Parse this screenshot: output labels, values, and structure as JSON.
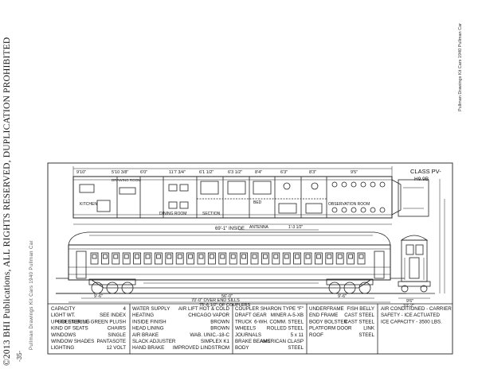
{
  "side": {
    "copyright": "©2013 BHI Publications, ALL RIGHTS RESERVED, DUPLICATION PROHIBITED",
    "page_number": "-35-",
    "top_caption": "Pullman Drawings Kit Cars 1940 Pullman Car"
  },
  "drawing": {
    "class_label": "CLASS PV-",
    "class_sub": "H9.9B",
    "plan_dims": [
      "9'10\"",
      "5'10 3/8\"",
      "6'0\"",
      "11'7 3/4\"",
      "6'1 1/2\"",
      "6'3 1/2\"",
      "8'4\"",
      "6'3\"",
      "8'3\"",
      "9'5\""
    ],
    "rooms": [
      "KITCHEN",
      "DINING ROOM",
      "SECTION",
      "BED",
      "OBSERVATION ROOM"
    ],
    "room_note": "DRAWING ROOM",
    "plan_length": "69'-1\" INSIDE",
    "antenna_label": "ANTENNA",
    "antenna_dim": "1'-3 1/2\"",
    "dim_truck_left": "9'-6\"",
    "dim_center": "56'-0\"",
    "dim_truck_right": "9'-6\"",
    "dim_over_sills": "70'-0\" OVER END SILLS",
    "dim_over_couplers": "75'-6 1/2\" OF COUPLERS",
    "end_dim_bottom": "9'6\"",
    "end_dim_width": "10'-2\""
  },
  "specs": {
    "col1": [
      [
        "CAPACITY",
        "4"
      ],
      [
        "LIGHT WT.",
        "SEE INDEX"
      ],
      [
        "UPHOLSTERING",
        "GREEN BLUE GREEN PLUSH"
      ],
      [
        "KIND OF SEATS",
        "CHAIRS"
      ],
      [
        "WINDOWS",
        "SINGLE"
      ],
      [
        "WINDOW SHADES",
        "PANTASOTE"
      ],
      [
        "LIGHTING",
        "12 VOLT"
      ]
    ],
    "col2": [
      [
        "WATER SUPPLY",
        "AIR LIFT HOT & COLD"
      ],
      [
        "HEATING",
        "CHICAGO VAPOR"
      ],
      [
        "INSIDE FINISH",
        "BROWN"
      ],
      [
        "HEAD LINING",
        "BROWN"
      ],
      [
        "AIR BRAKE",
        "WAB. UNIC.-18-C"
      ],
      [
        "SLACK ADJUSTER",
        "SIMPLEX K1"
      ],
      [
        "HAND BRAKE",
        "IMPROVED LINDSTROM"
      ]
    ],
    "col3": [
      [
        "COUPLER",
        "SHARON TYPE \"F\""
      ],
      [
        "DRAFT GEAR",
        "MINER A-5-XB"
      ],
      [
        "TRUCK",
        "6-WH. COMM. STEEL"
      ],
      [
        "WHEELS",
        "ROLLED STEEL"
      ],
      [
        "JOURNALS",
        "5 x 11"
      ],
      [
        "BRAKE BEAMS",
        "AMERICAN CLASP"
      ],
      [
        "BODY",
        "STEEL"
      ]
    ],
    "col4": [
      [
        "UNDERFRAME",
        "FISH BELLY"
      ],
      [
        "END FRAME",
        "CAST STEEL"
      ],
      [
        "BODY BOLSTER",
        "CAST STEEL"
      ],
      [
        "PLATFORM DOOR",
        "LINK"
      ],
      [
        "ROOF",
        "STEEL"
      ]
    ],
    "col5": [
      "AIR CONDITIONED - CARRIER",
      "SAFETY - ICE ACTUATED",
      "ICE CAPACITY - 3500 LBS."
    ]
  }
}
